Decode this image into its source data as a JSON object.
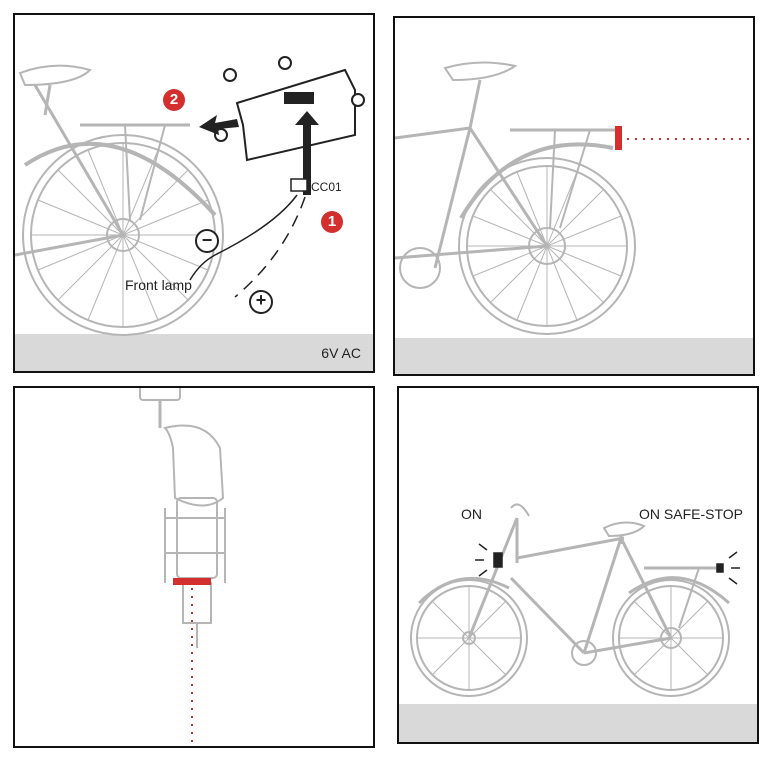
{
  "panels": {
    "install": {
      "step_two": "2",
      "step_one": "1",
      "connector_label": "CC01",
      "front_lamp_label": "Front lamp",
      "voltage_label": "6V AC",
      "minus_symbol": "−",
      "plus_symbol": "+"
    },
    "on_states": {
      "on_label": "ON",
      "safe_stop_label": "ON SAFE-STOP"
    }
  },
  "colors": {
    "accent_red": "#d32f2f",
    "line_gray": "#b5b5b5",
    "ground_gray": "#d9d9d9",
    "ink": "#222222"
  }
}
